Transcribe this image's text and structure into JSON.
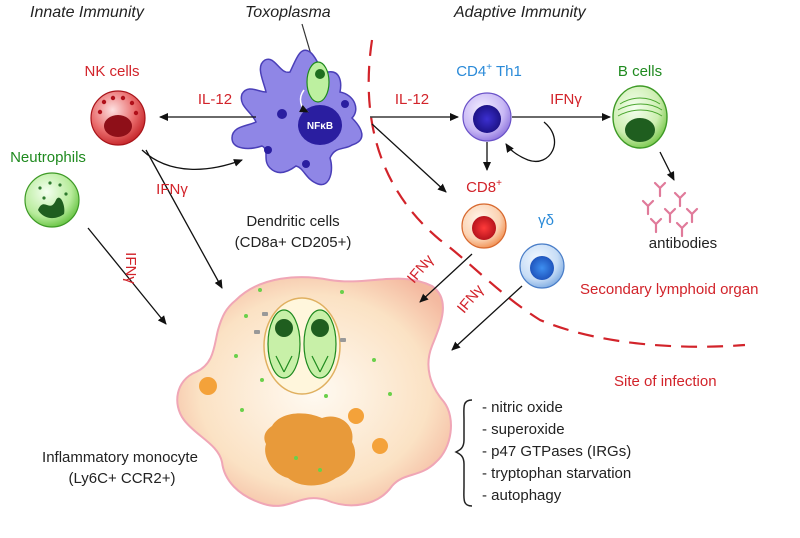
{
  "headings": {
    "innate": "Innate Immunity",
    "toxoplasma": "Toxoplasma",
    "adaptive": "Adaptive Immunity"
  },
  "cells": {
    "nk": "NK cells",
    "neutrophils": "Neutrophils",
    "cd4_base": "CD4",
    "cd4_sup": "+",
    "cd4_suffix": " Th1",
    "b_cells": "B cells",
    "cd8_base": "CD8",
    "cd8_sup": "+",
    "gamma_delta": "γδ",
    "nfkb": "NFκB",
    "dendritic_line1": "Dendritic cells",
    "dendritic_line2": "(CD8a+ CD205+)",
    "monocyte_line1": "Inflammatory monocyte",
    "monocyte_line2": "(Ly6C+ CCR2+)",
    "antibodies": "antibodies"
  },
  "signals": {
    "il12_left": "IL-12",
    "il12_right": "IL-12",
    "ifng_b": "IFNγ",
    "ifng_nk": "IFNγ",
    "ifng_neutro": "IFNγ",
    "ifng_cd8": "IFNγ",
    "ifng_gd": "IFNγ"
  },
  "regions": {
    "secondary": "Secondary lymphoid organ",
    "site": "Site of infection"
  },
  "mechanisms": [
    "- nitric oxide",
    "- superoxide",
    "- p47 GTPases (IRGs)",
    "- tryptophan starvation",
    "- autophagy"
  ],
  "colors": {
    "red_label": "#d2232a",
    "green_label": "#1f8a1f",
    "blue_label": "#2a8ad8",
    "dendritic": "#8f86e6",
    "monocyte": "#f7d2a6"
  }
}
